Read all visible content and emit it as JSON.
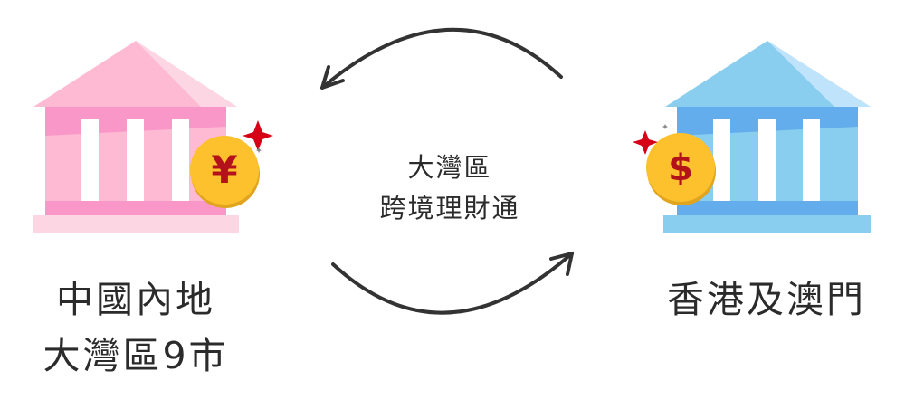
{
  "center": {
    "line1": "大灣區",
    "line2": "跨境理財通"
  },
  "left": {
    "line1": "中國內地",
    "line2": "大灣區9市",
    "currency_symbol": "¥"
  },
  "right": {
    "line1": "香港及澳門",
    "currency_symbol": "$"
  },
  "colors": {
    "pink_roof": "#fdbad2",
    "pink_dark": "#f997c9",
    "pink_light": "#fdd6e4",
    "blue_roof": "#89cdef",
    "blue_dark": "#63adec",
    "blue_light": "#bfe3fb",
    "coin": "#fcc12d",
    "coin_edge": "#e0a41e",
    "symbol": "#b3121b",
    "sparkle": "#d60017",
    "arrow": "#333333"
  }
}
